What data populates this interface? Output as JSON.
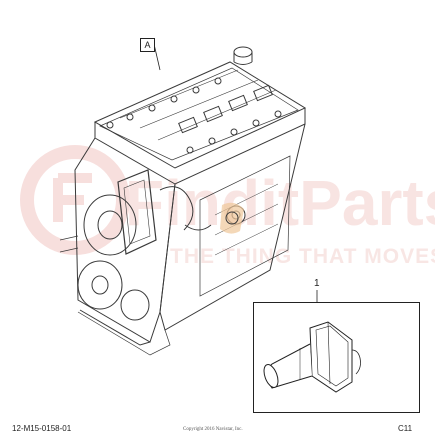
{
  "diagram": {
    "callout_a": "A",
    "callout_1": "1",
    "drawing_number": "12-M15-0158-01",
    "sheet_code": "C11",
    "copyright": "Copyright 2016 Navistar, Inc."
  },
  "watermark": {
    "brand": "FinditParts",
    "tagline": "THE THING THAT MOVES",
    "colors": {
      "primary": "#f4c9c6",
      "accent": "#f2d7a0"
    }
  },
  "parts": {
    "main": "engine-assembly-line-art",
    "detail": "hose-fitting"
  }
}
